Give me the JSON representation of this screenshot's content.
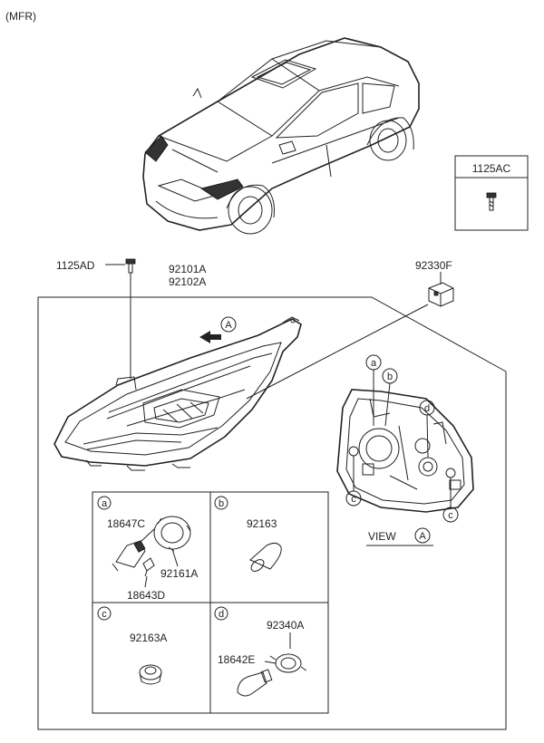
{
  "header_note": "(MFR)",
  "boxed_part": {
    "code": "1125AC"
  },
  "labels": {
    "bolt": "1125AD",
    "headlamp_lh": "92101A",
    "headlamp_rh": "92102A",
    "connector": "92330F",
    "arrow_view_ref": "A",
    "view_caption": "VIEW",
    "view_ref": "A"
  },
  "callouts": [
    "a",
    "b",
    "c",
    "c",
    "d"
  ],
  "detail_cells": [
    {
      "letter": "a",
      "parts": [
        "18647C",
        "92161A",
        "18643D"
      ]
    },
    {
      "letter": "b",
      "parts": [
        "92163"
      ]
    },
    {
      "letter": "c",
      "parts": [
        "92163A"
      ]
    },
    {
      "letter": "d",
      "parts": [
        "92340A",
        "18642E"
      ]
    }
  ]
}
